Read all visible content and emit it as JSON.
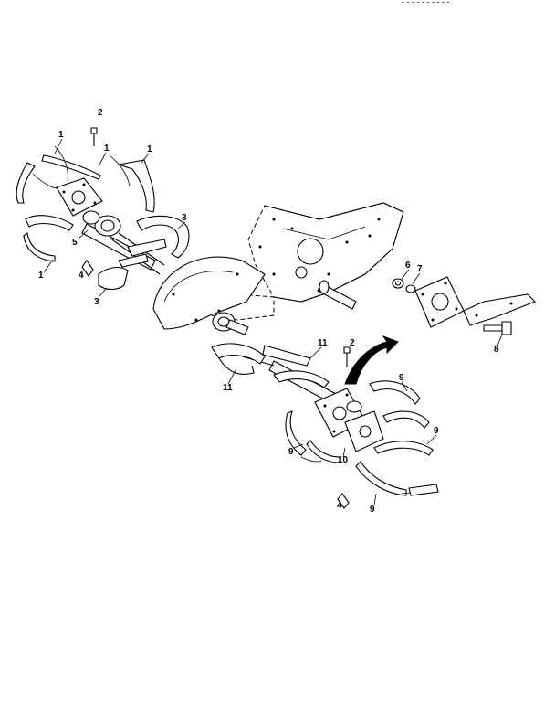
{
  "header_text": "- - - - -  - - -   - -",
  "callouts": [
    {
      "label": "1"
    },
    {
      "label": "1"
    },
    {
      "label": "1"
    },
    {
      "label": "1"
    },
    {
      "label": "2"
    },
    {
      "label": "3"
    },
    {
      "label": "3"
    },
    {
      "label": "5"
    },
    {
      "label": "4"
    },
    {
      "label": "6"
    },
    {
      "label": "7"
    },
    {
      "label": "8"
    },
    {
      "label": "11"
    },
    {
      "label": "11"
    },
    {
      "label": "2"
    },
    {
      "label": "9"
    },
    {
      "label": "9"
    },
    {
      "label": "9"
    },
    {
      "label": "9"
    },
    {
      "label": "10"
    },
    {
      "label": "4"
    }
  ]
}
